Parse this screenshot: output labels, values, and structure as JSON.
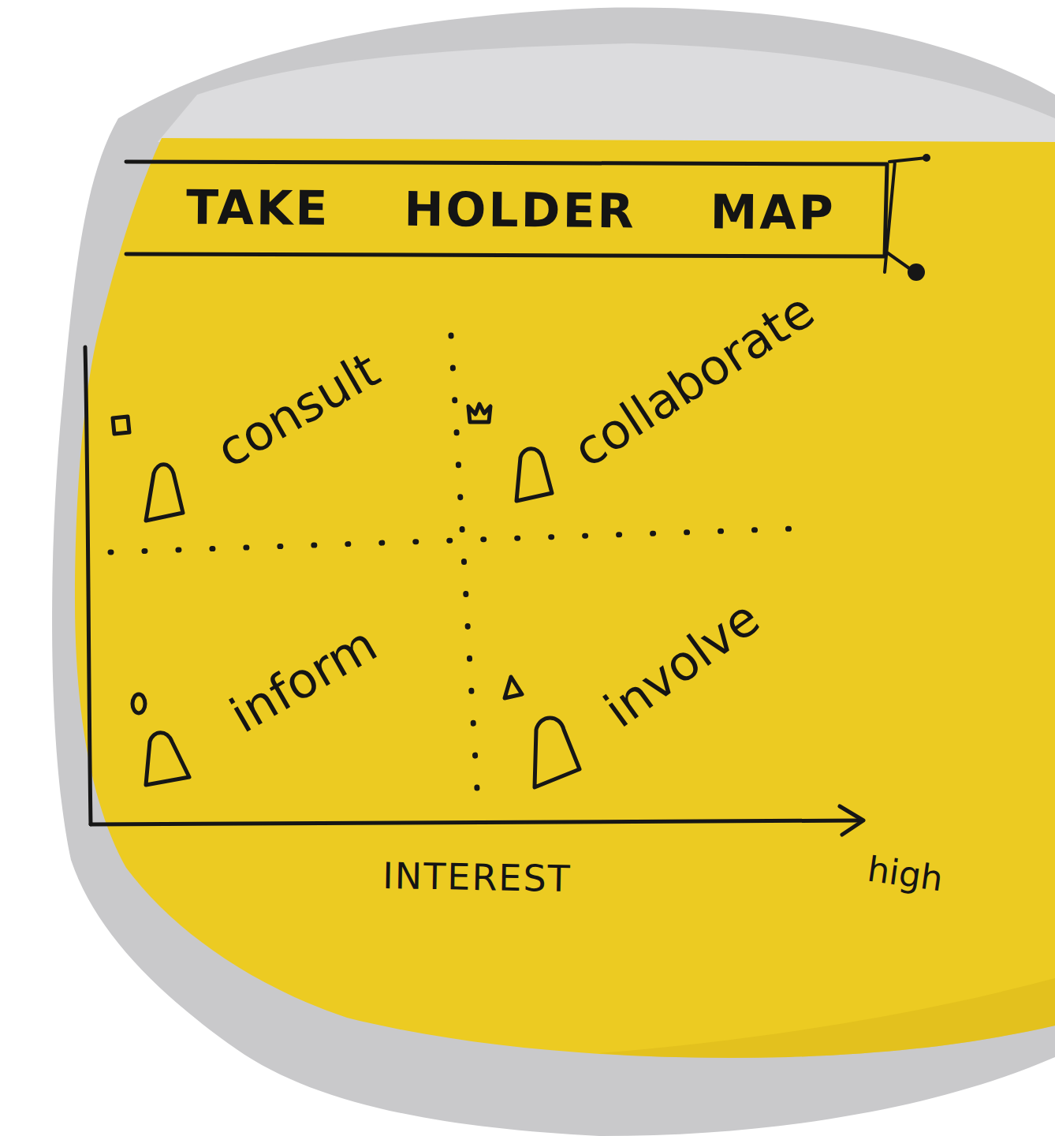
{
  "diagram": {
    "title": "TAKE HOLDER MAP",
    "labels": [
      "consult",
      "collaborate",
      "inform",
      "involve",
      "INTEREST",
      "high"
    ]
  }
}
